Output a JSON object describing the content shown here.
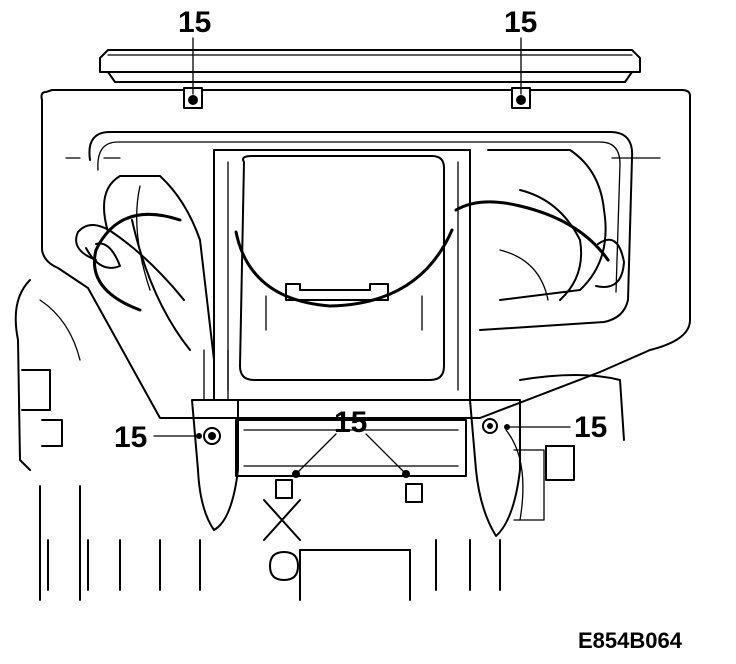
{
  "callouts": {
    "top_left": "15",
    "top_right": "15",
    "mid_left": "15",
    "center": "15",
    "mid_right": "15"
  },
  "figure_id": "E854B064"
}
